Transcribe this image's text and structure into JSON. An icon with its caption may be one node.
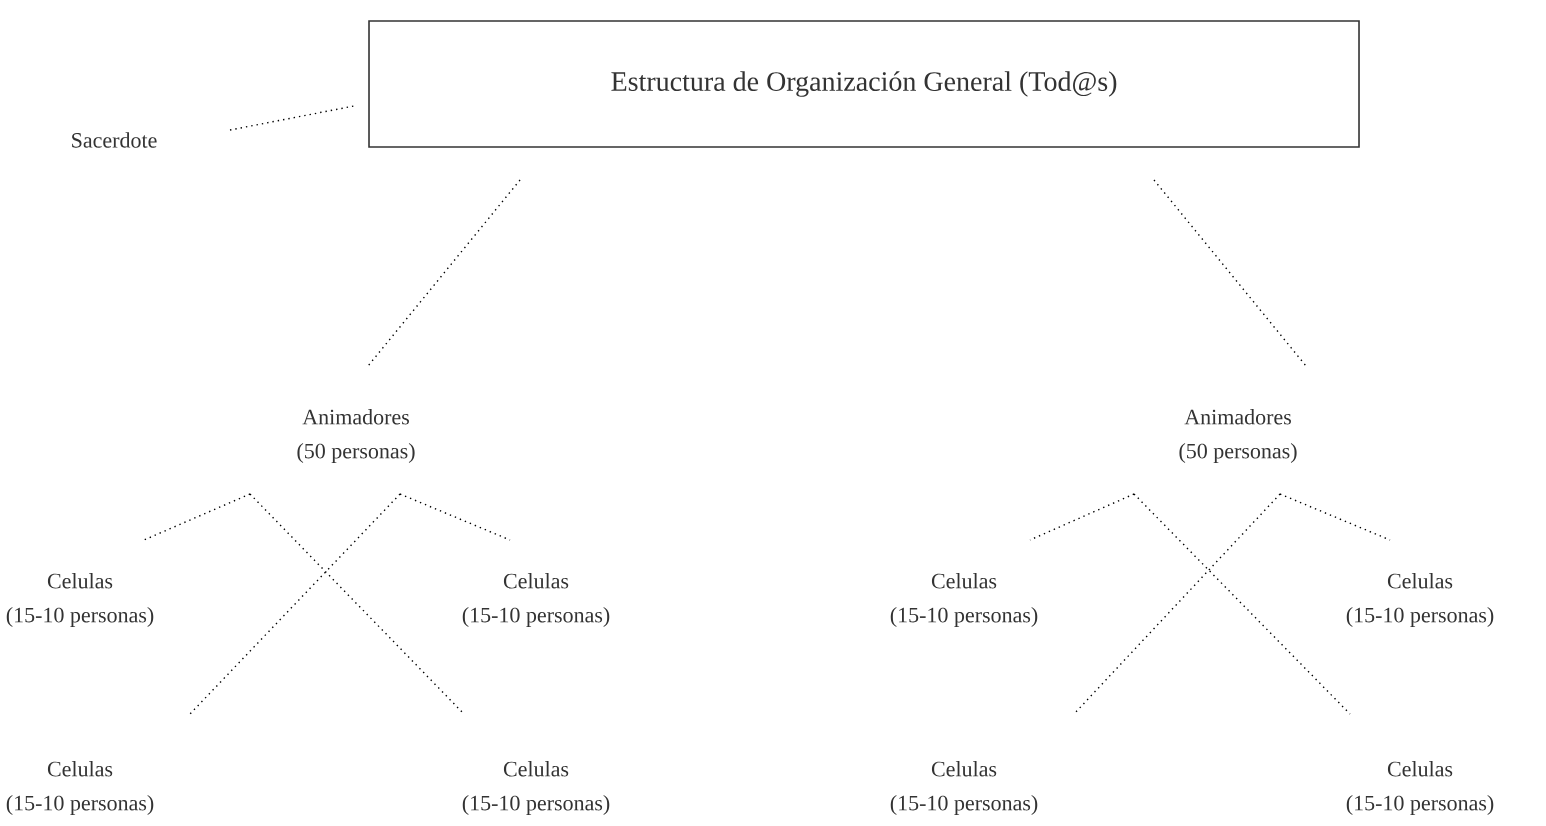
{
  "diagram": {
    "nodes": [
      {
        "text": [
          "Estructura de Organización General (Tod@s)"
        ]
      },
      {
        "text": [
          "Sacerdote"
        ]
      },
      {
        "text": [
          "Animadores",
          "(50 personas)"
        ]
      },
      {
        "text": [
          "Animadores",
          "(50 personas)"
        ]
      },
      {
        "text": [
          "Celulas",
          "(15-10 personas)"
        ]
      },
      {
        "text": [
          "Celulas",
          "(15-10 personas)"
        ]
      },
      {
        "text": [
          "Celulas",
          "(15-10 personas)"
        ]
      },
      {
        "text": [
          "Celulas",
          "(15-10 personas)"
        ]
      },
      {
        "text": [
          "Celulas",
          "(15-10 personas)"
        ]
      },
      {
        "text": [
          "Celulas",
          "(15-10 personas)"
        ]
      },
      {
        "text": [
          "Celulas",
          "(15-10 personas)"
        ]
      },
      {
        "text": [
          "Celulas",
          "(15-10 personas)"
        ]
      }
    ],
    "edges": [
      {
        "from": 1,
        "to": 0,
        "arrow": "none"
      },
      {
        "from": 0,
        "to": 2,
        "arrow": "none"
      },
      {
        "from": 0,
        "to": 3,
        "arrow": "none"
      },
      {
        "from": 2,
        "to": 4,
        "arrow": "none"
      },
      {
        "from": 2,
        "to": 5,
        "arrow": "none"
      },
      {
        "from": 2,
        "to": 6,
        "arrow": "none"
      },
      {
        "from": 2,
        "to": 7,
        "arrow": "none"
      },
      {
        "from": 3,
        "to": 8,
        "arrow": "none"
      },
      {
        "from": 3,
        "to": 9,
        "arrow": "none"
      },
      {
        "from": 3,
        "to": 10,
        "arrow": "none"
      },
      {
        "from": 3,
        "to": 11,
        "arrow": "none"
      }
    ]
  }
}
